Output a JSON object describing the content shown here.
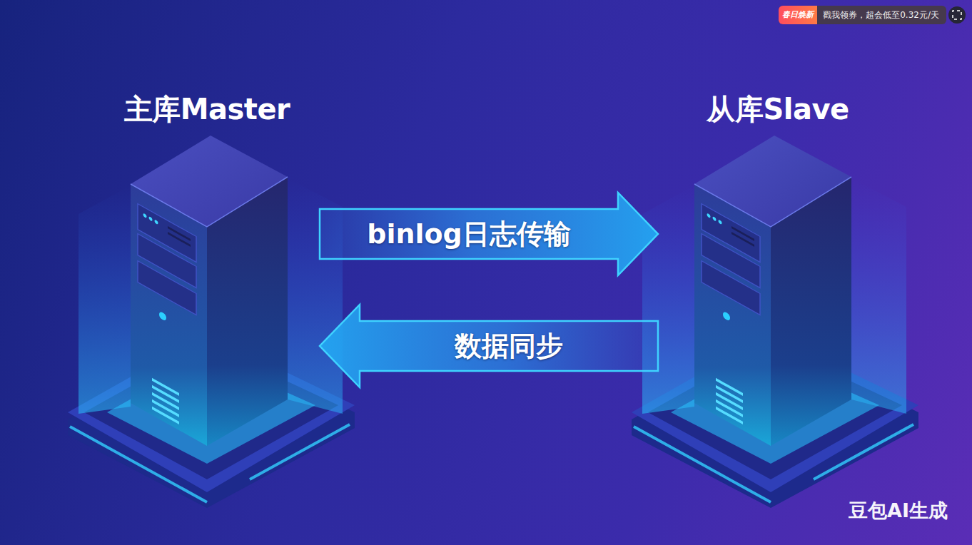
{
  "diagram": {
    "nodes": [
      {
        "text": [
          "主库Master"
        ]
      },
      {
        "text": [
          "从库Slave"
        ]
      }
    ],
    "edges": [
      {
        "from": 0,
        "to": 1,
        "arrow": "to",
        "label": "binlog日志传输"
      },
      {
        "from": 1,
        "to": 0,
        "arrow": "to",
        "label": "数据同步"
      }
    ],
    "labels": [
      "春日焕新",
      "戳我领券，超会低至0.32元/天",
      "豆包AI生成"
    ]
  }
}
